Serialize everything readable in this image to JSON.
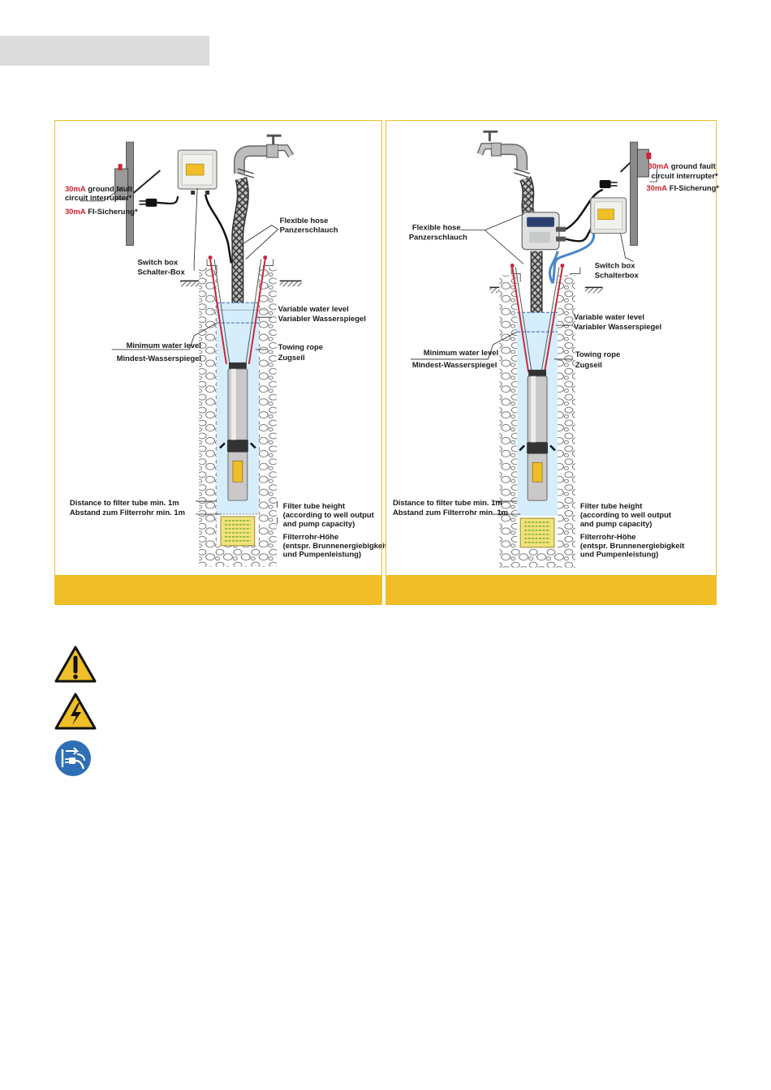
{
  "left_panel": {
    "rcd_line1_red": "30mA",
    "rcd_line1": " ground fault",
    "rcd_line2": "circuit interrupter*",
    "rcd_line3_red": "30mA",
    "rcd_line3": " FI-Sicherung*",
    "switch_box_en": "Switch box",
    "switch_box_de": "Schalter-Box",
    "hose_en": "Flexible hose",
    "hose_de": "Panzerschlauch",
    "var_level_en": "Variable water level",
    "var_level_de": "Variabler Wasserspiegel",
    "min_level_en": "Minimum water level",
    "min_level_de": "Mindest-Wasserspiegel",
    "rope_en": "Towing rope",
    "rope_de": "Zugseil",
    "dist_en": "Distance to filter tube min. 1m",
    "dist_de": "Abstand zum Filterrohr min. 1m",
    "filter_en_1": "Filter tube height",
    "filter_en_2": "(according to well output",
    "filter_en_3": "and pump capacity)",
    "filter_de_1": "Filterrohr-Höhe",
    "filter_de_2": "(entspr. Brunnenergiebigkeit",
    "filter_de_3": "und Pumpenleistung)"
  },
  "right_panel": {
    "rcd_line1_red": "30mA",
    "rcd_line1": " ground fault",
    "rcd_line2": "circuit interrupter*",
    "rcd_line3_red": "30mA",
    "rcd_line3": " FI-Sicherung*",
    "switch_box_en": "Switch box",
    "switch_box_de": "Schalterbox",
    "hose_en": "Flexible hose",
    "hose_de": "Panzerschlauch",
    "var_level_en": "Variable water level",
    "var_level_de": "Variabler Wasserspiegel",
    "min_level_en": "Minimum water level",
    "min_level_de": "Mindest-Wasserspiegel",
    "rope_en": "Towing rope",
    "rope_de": "Zugseil",
    "dist_en": "Distance to filter tube min. 1m",
    "dist_de": "Abstand zum Filterrohr min. 1m",
    "filter_en_1": "Filter tube height",
    "filter_en_2": "(according to well output",
    "filter_en_3": "and pump capacity)",
    "filter_de_1": "Filterrohr-Höhe",
    "filter_de_2": "(entspr. Brunnenergiebigkeit",
    "filter_de_3": "und Pumpenleistung)"
  },
  "icons": [
    "warning-exclamation-icon",
    "electrical-hazard-icon",
    "unplug-mains-icon"
  ],
  "colors": {
    "accent": "#f0be28",
    "water": "#d6eefb",
    "cable_red": "#c8283a",
    "cable_blue": "#4a86c8",
    "sign_blue": "#2f6fb5"
  }
}
